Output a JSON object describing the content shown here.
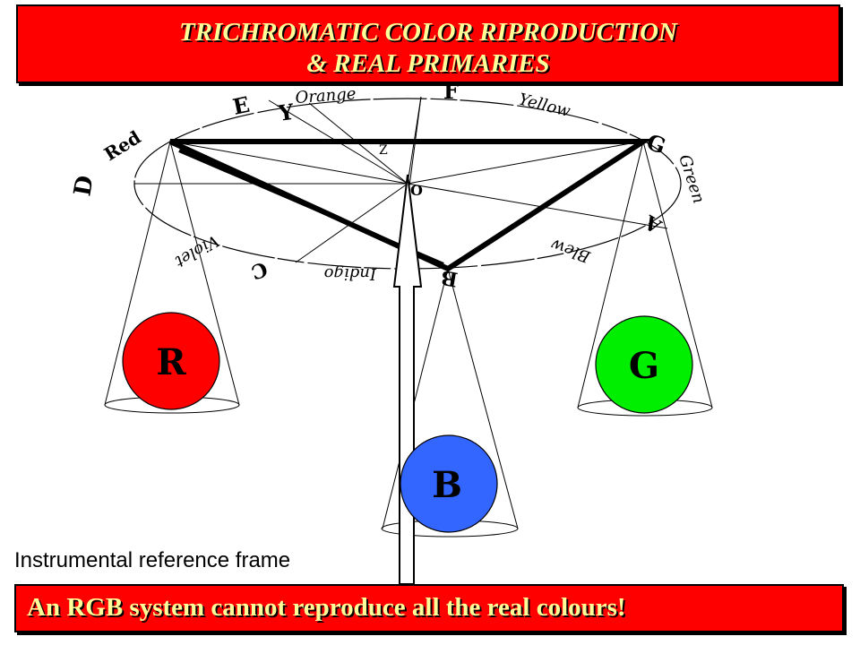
{
  "title": {
    "line1": "TRICHROMATIC COLOR RIPRODUCTION",
    "line2": "& REAL PRIMARIES"
  },
  "wheel_labels": {
    "red": "Red",
    "orange": "Orange",
    "yellow": "Yellow",
    "green": "Green",
    "blue": "Blew",
    "indigo": "Indigo",
    "violet": "Violet",
    "letter_d": "D",
    "letter_e": "E",
    "letter_f": "F",
    "letter_g": "G",
    "letter_a": "A",
    "letter_b": "B",
    "letter_c": "C",
    "letter_o": "O",
    "letter_z": "Z",
    "letter_y": "Y"
  },
  "primaries": {
    "r": {
      "label": "R",
      "color": "#ff0000"
    },
    "g": {
      "label": "G",
      "color": "#00ee00"
    },
    "b": {
      "label": "B",
      "color": "#3366ff"
    }
  },
  "caption": "Instrumental reference frame",
  "footer": "An RGB system cannot reproduce all the real colours!",
  "colors": {
    "banner_bg": "#ff0000",
    "banner_text": "#ffff99"
  }
}
